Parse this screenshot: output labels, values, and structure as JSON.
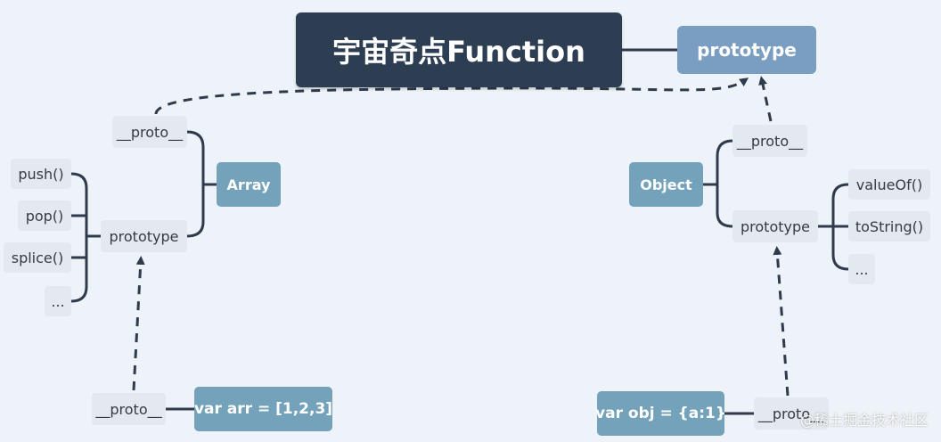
{
  "title": "宇宙奇点Function",
  "function_prototype": "prototype",
  "array": {
    "name": "Array",
    "proto": "__proto__",
    "prototype": "prototype",
    "methods": [
      "push()",
      "pop()",
      "splice()",
      "..."
    ]
  },
  "object": {
    "name": "Object",
    "proto": "__proto__",
    "prototype": "prototype",
    "methods": [
      "valueOf()",
      "toString()",
      "..."
    ]
  },
  "arr_instance": {
    "label": "var arr = [1,2,3]",
    "proto": "__proto__"
  },
  "obj_instance": {
    "label": "var obj = {a:1}",
    "proto": "__proto__"
  },
  "watermark": "@稀土掘金技术社区",
  "colors": {
    "background": "#edf3f8",
    "main": "#2d3d52",
    "prototype_node": "#7a9dc2",
    "class_node": "#73a2ba",
    "leaf_node": "#e3e9ef",
    "line": "#2f3b4c"
  }
}
